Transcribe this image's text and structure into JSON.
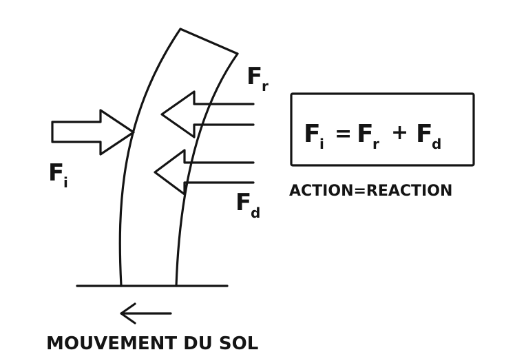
{
  "labels": {
    "incident_force": "F",
    "incident_sub": "i",
    "reaction_force": "F",
    "reaction_sub": "r",
    "damping_force": "F",
    "damping_sub": "d"
  },
  "equation": {
    "lhs": "F",
    "lhs_sub": "i",
    "equals": "=",
    "term1": "F",
    "term1_sub": "r",
    "plus": "+",
    "term2": "F",
    "term2_sub": "d"
  },
  "caption_action_reaction": "ACTION=REACTION",
  "caption_ground_motion": "MOUVEMENT DU SOL",
  "colors": {
    "ink": "#141414",
    "background": "#ffffff"
  }
}
